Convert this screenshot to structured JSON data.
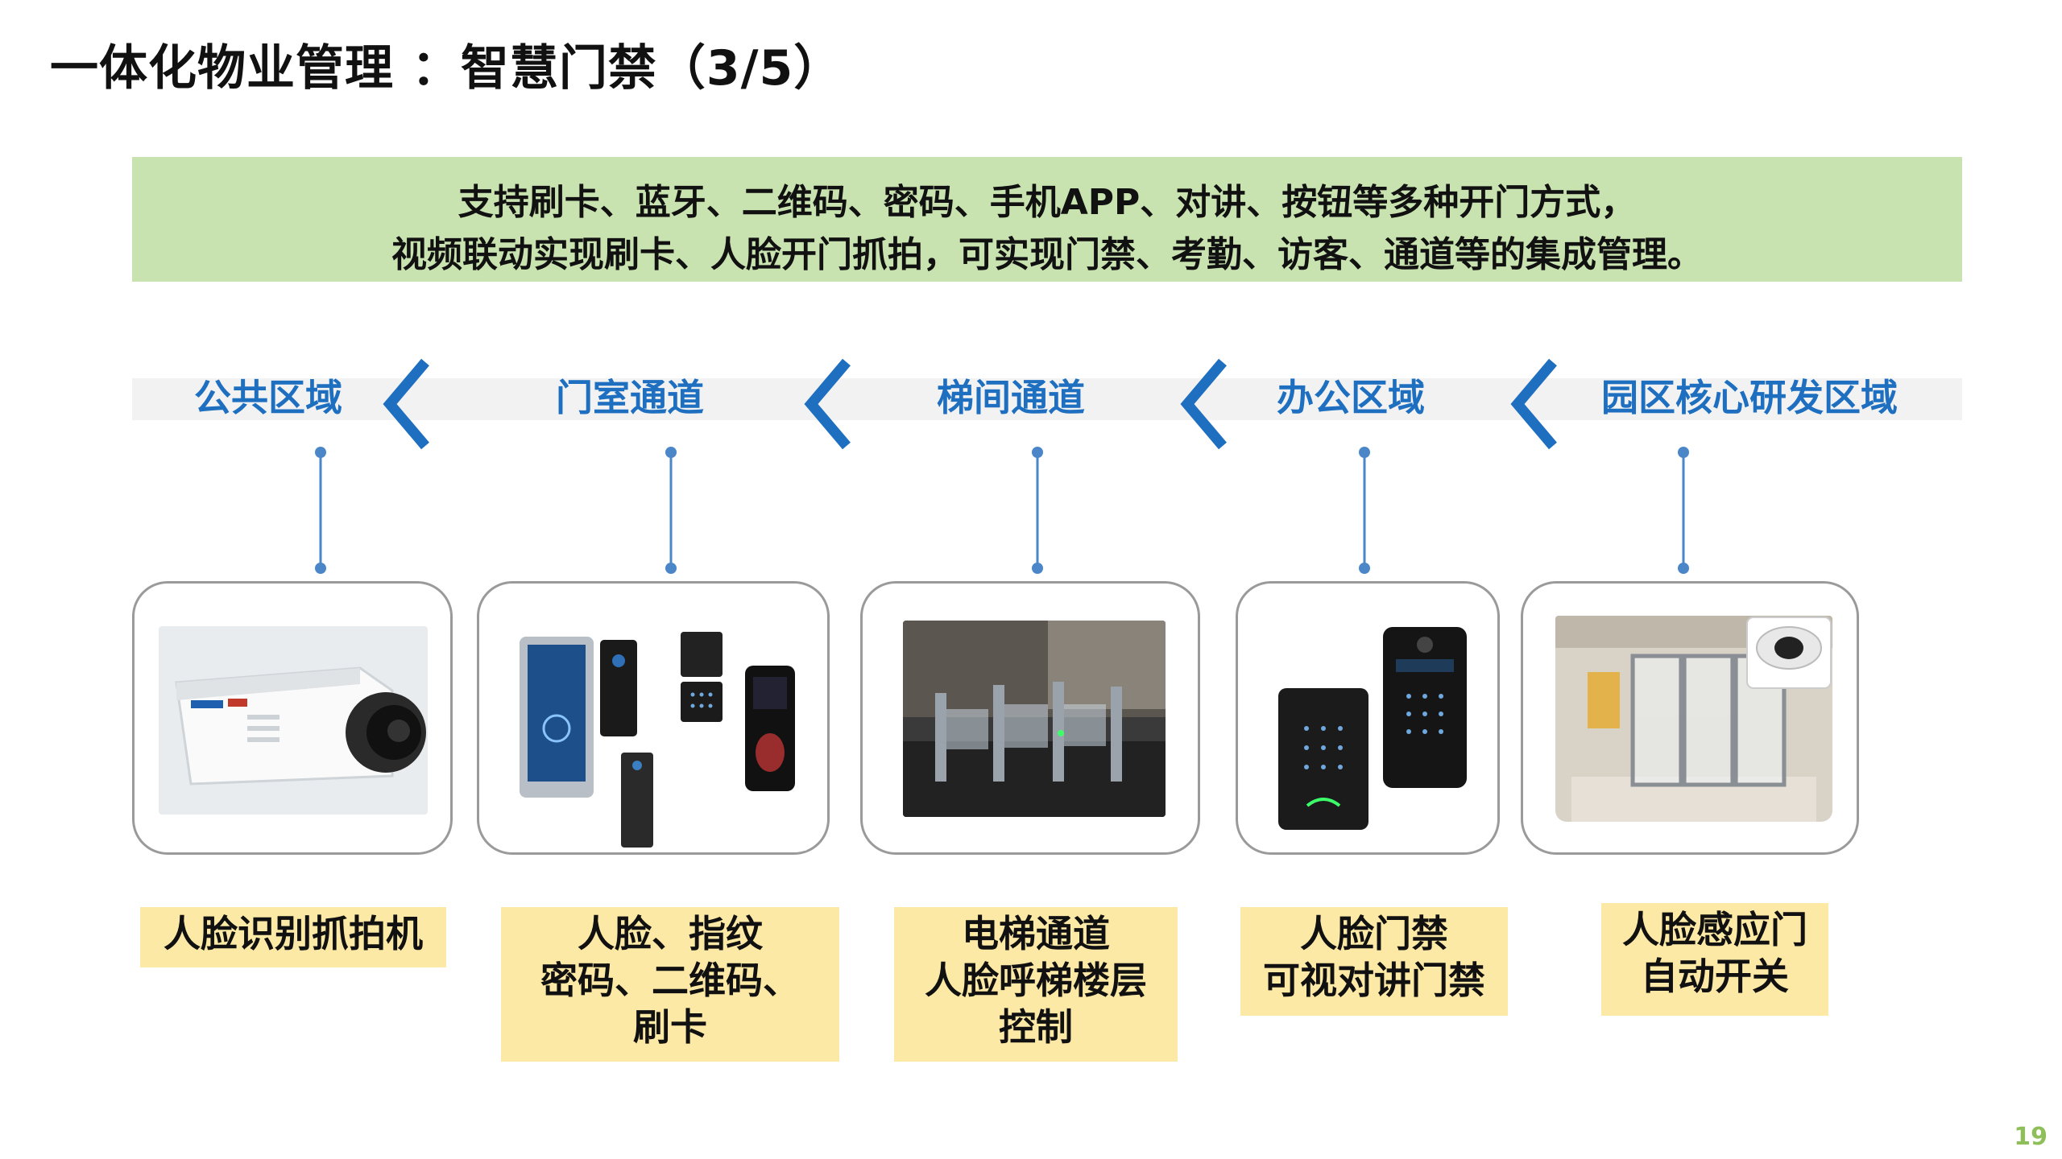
{
  "title": "一体化物业管理 ：智慧门禁（3/5）",
  "banner": {
    "line1": "支持刷卡、蓝牙、二维码、密码、手机APP、对讲、按钮等多种开门方式，",
    "line2": "视频联动实现刷卡、人脸开门抓拍，可实现门禁、考勤、访客、通道等的集成管理。"
  },
  "zones": [
    "公共区域",
    "门室通道",
    "梯间通道",
    "办公区域",
    "园区核心研发区域"
  ],
  "devices": [
    {
      "name": "人脸识别抓拍机",
      "image": "face-capture-camera"
    },
    {
      "name": "人脸、指纹\n密码、二维码、\n刷卡",
      "image": "access-control-terminals"
    },
    {
      "name": "电梯通道\n人脸呼梯楼层\n控制",
      "image": "speed-gate-turnstiles"
    },
    {
      "name": "人脸门禁\n可视对讲门禁",
      "image": "keypad-intercom-readers"
    },
    {
      "name": "人脸感应门\n自动开关",
      "image": "automatic-sliding-door"
    }
  ],
  "colors": {
    "accent": "#1f6fc1",
    "banner": "#c8e3b0",
    "label": "#fde9a6",
    "page_number": "#8fbf5a"
  },
  "page_number": "19"
}
